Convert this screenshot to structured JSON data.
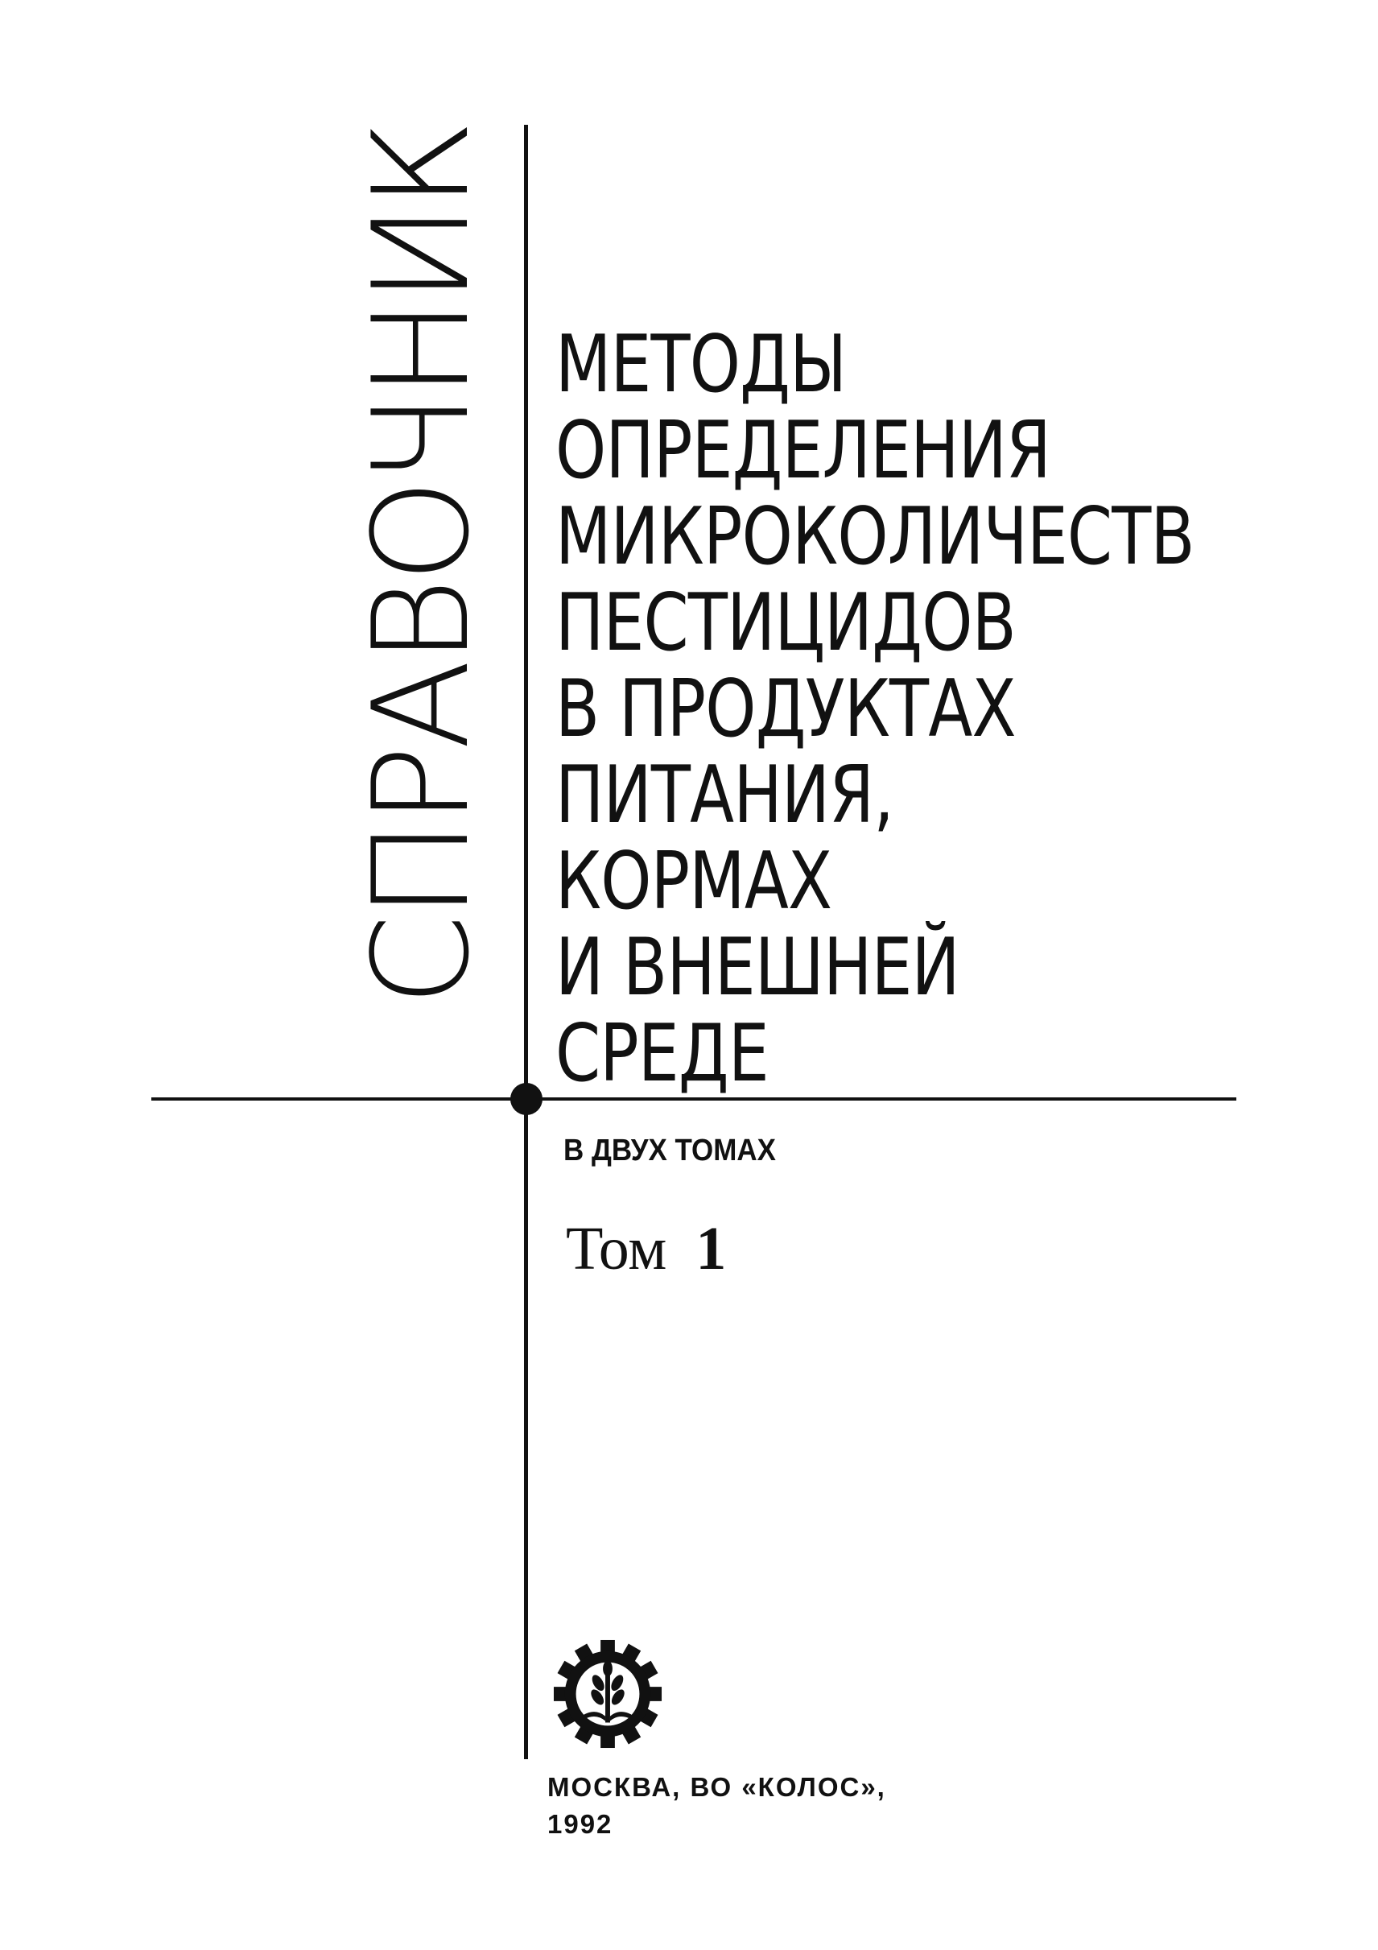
{
  "side_label": "СПРАВОЧНИК",
  "title": {
    "lines": [
      "МЕТОДЫ",
      "ОПРЕДЕЛЕНИЯ",
      "МИКРОКОЛИЧЕСТВ",
      "ПЕСТИЦИДОВ",
      "В ПРОДУКТАХ",
      "ПИТАНИЯ,",
      "КОРМАХ",
      "И ВНЕШНЕЙ",
      "СРЕДЕ"
    ]
  },
  "volumes_note": "В ДВУХ ТОМАХ",
  "volume": {
    "label": "Том",
    "number": "1"
  },
  "publisher": {
    "city_line": "МОСКВА, ВО «КОЛОС»,",
    "year": "1992"
  },
  "logo": {
    "icon": "publisher-emblem-icon",
    "color": "#111111"
  }
}
